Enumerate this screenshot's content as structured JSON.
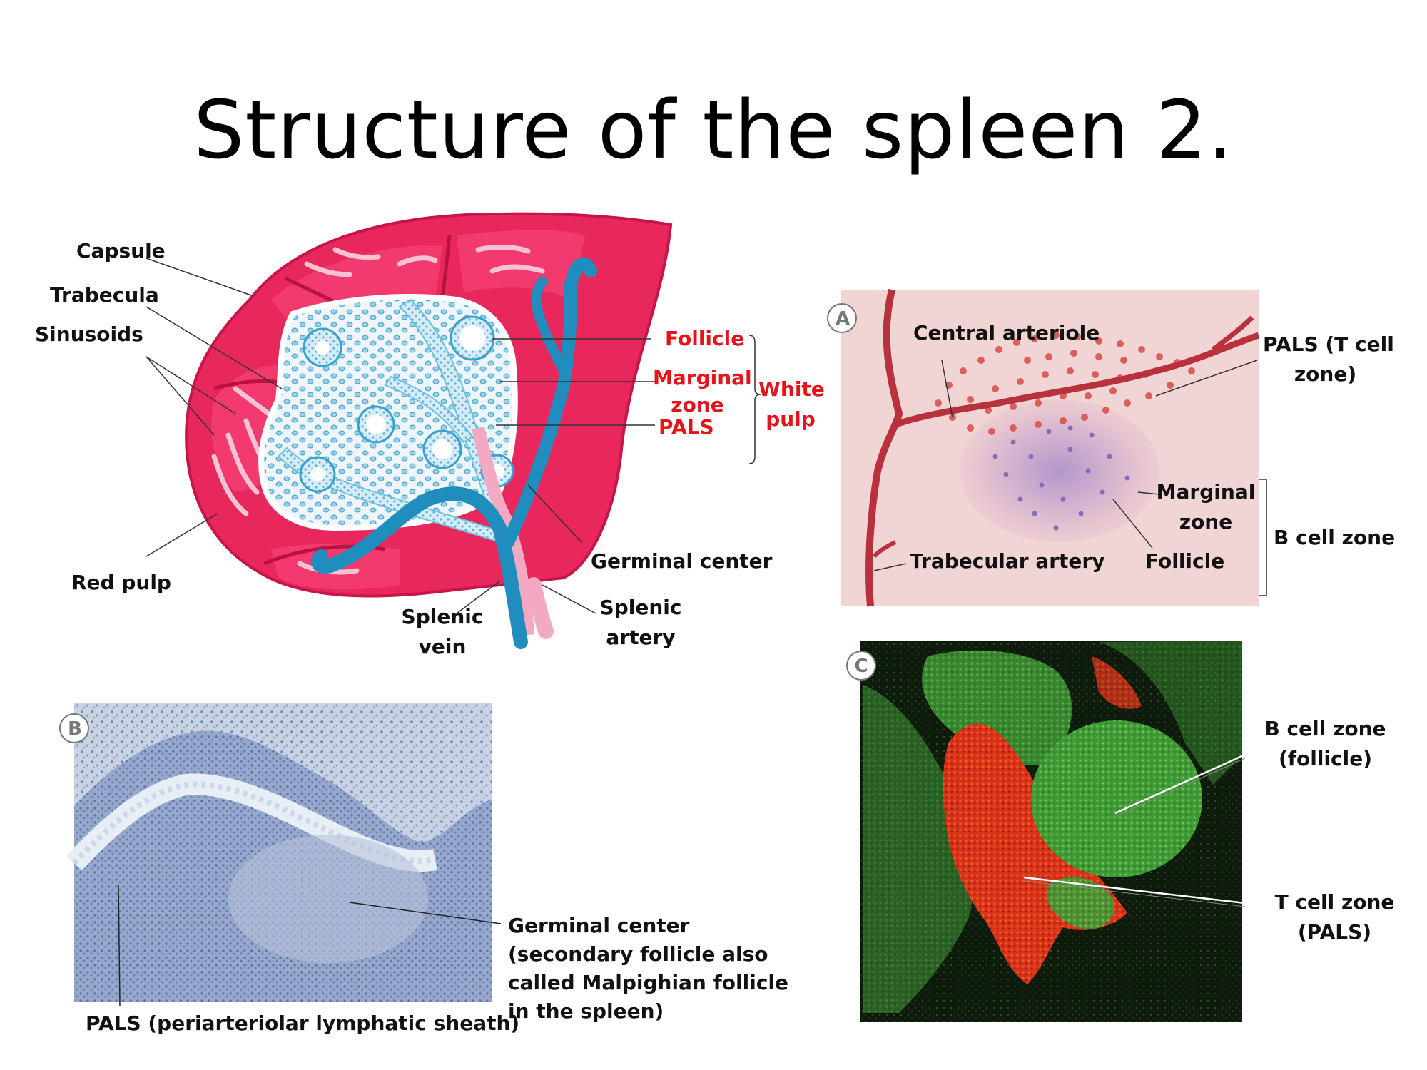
{
  "slide": {
    "title": "Structure of the spleen 2."
  },
  "spleen_diagram": {
    "capsule": "Capsule",
    "trabecula": "Trabecula",
    "sinusoids": "Sinusoids",
    "red_pulp": "Red pulp",
    "follicle": "Follicle",
    "marginal_zone_1": "Marginal",
    "marginal_zone_2": "zone",
    "pals": "PALS",
    "white_pulp_1": "White",
    "white_pulp_2": "pulp",
    "germinal_center": "Germinal center",
    "splenic_vein_1": "Splenic",
    "splenic_vein_2": "vein",
    "splenic_artery_1": "Splenic",
    "splenic_artery_2": "artery"
  },
  "panel_a": {
    "letter": "A",
    "central_arteriole": "Central arteriole",
    "pals_1": "PALS (T cell",
    "pals_2": "zone)",
    "marginal_zone_1": "Marginal",
    "marginal_zone_2": "zone",
    "b_cell_zone": "B cell zone",
    "trabecular_artery": "Trabecular artery",
    "follicle": "Follicle"
  },
  "panel_b": {
    "letter": "B",
    "germinal_1": "Germinal center",
    "germinal_2": "(secondary follicle also",
    "germinal_3": "called Malpighian follicle",
    "germinal_4": "in the spleen)",
    "pals": "PALS (periarteriolar lymphatic sheath)"
  },
  "panel_c": {
    "letter": "C",
    "b_zone_1": "B cell zone",
    "b_zone_2": "(follicle)",
    "t_zone_1": "T cell zone",
    "t_zone_2": "(PALS)"
  }
}
